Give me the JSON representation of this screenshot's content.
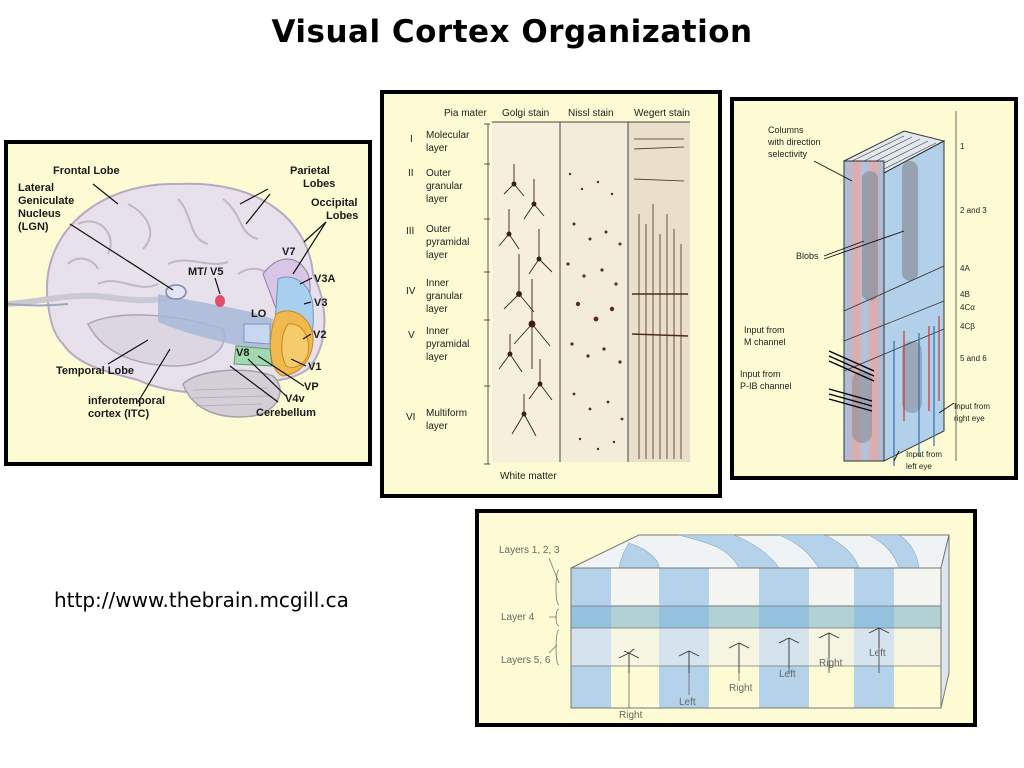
{
  "title": "Visual Cortex Organization",
  "url": "http://www.thebrain.mcgill.ca",
  "brain": {
    "labels": {
      "frontal": "Frontal Lobe",
      "parietal_1": "Parietal",
      "parietal_2": "Lobes",
      "lgn_1": "Lateral",
      "lgn_2": "Geniculate",
      "lgn_3": "Nucleus",
      "lgn_4": "(LGN)",
      "occipital_1": "Occipital",
      "occipital_2": "Lobes",
      "v7": "V7",
      "mt": "MT/ V5",
      "v3a": "V3A",
      "v3": "V3",
      "lo": "LO",
      "v2": "V2",
      "v8": "V8",
      "v1": "V1",
      "temporal": "Temporal Lobe",
      "vp": "VP",
      "v4v": "V4v",
      "itc_1": "inferotemporal",
      "itc_2": "cortex (ITC)",
      "cerebellum": "Cerebellum"
    }
  },
  "layers": {
    "header": {
      "pia": "Pia mater",
      "golgi": "Golgi stain",
      "nissl": "Nissl stain",
      "wegert": "Wegert stain"
    },
    "items": [
      {
        "roman": "I",
        "l1": "Molecular",
        "l2": "layer",
        "l3": ""
      },
      {
        "roman": "II",
        "l1": "Outer",
        "l2": "granular",
        "l3": "layer"
      },
      {
        "roman": "III",
        "l1": "Outer",
        "l2": "pyramidal",
        "l3": "layer"
      },
      {
        "roman": "IV",
        "l1": "Inner",
        "l2": "granular",
        "l3": "layer"
      },
      {
        "roman": "V",
        "l1": "Inner",
        "l2": "pyramidal",
        "l3": "layer"
      },
      {
        "roman": "VI",
        "l1": "Multiform",
        "l2": "layer",
        "l3": ""
      }
    ],
    "footer": "White matter"
  },
  "column": {
    "columns_1": "Columns",
    "columns_2": "with direction",
    "columns_3": "selectivity",
    "blobs": "Blobs",
    "m_1": "Input from",
    "m_2": "M channel",
    "p_1": "Input from",
    "p_2": "P-IB channel",
    "layer_labels": [
      "1",
      "2 and 3",
      "4A",
      "4B",
      "4Cα",
      "4Cβ",
      "5 and 6"
    ],
    "right_1": "Input from",
    "right_2": "right eye",
    "left_1": "Input from",
    "left_2": "left eye"
  },
  "slab": {
    "layers_123": "Layers 1, 2, 3",
    "layer_4": "Layer 4",
    "layers_56": "Layers 5, 6",
    "eyes": [
      "Right",
      "Left",
      "Right",
      "Left",
      "Right",
      "Left"
    ]
  },
  "colors": {
    "panel_bg": "#fdfbd3",
    "ocular_blue": "#a9cde6",
    "blob_red": "#e58b86"
  }
}
